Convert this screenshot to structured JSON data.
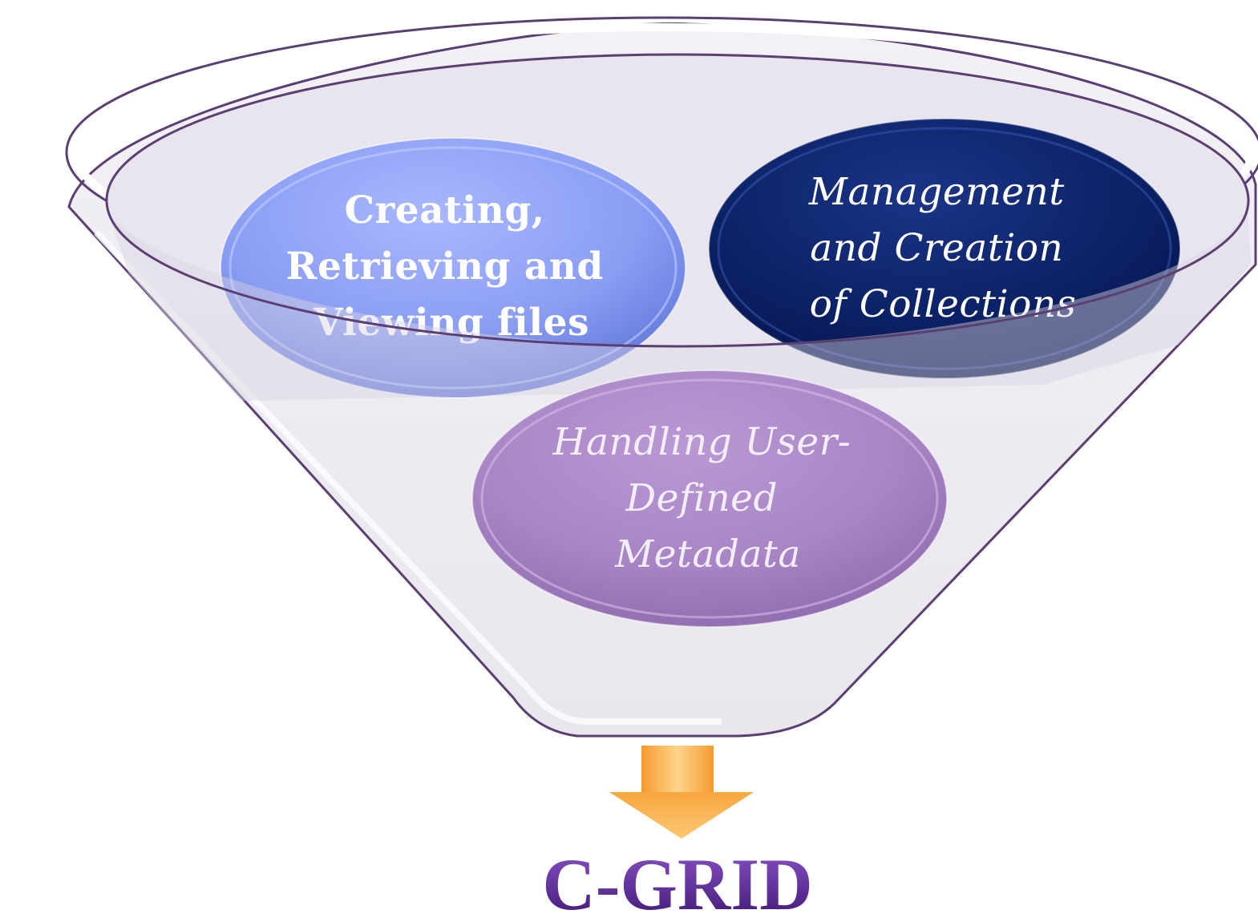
{
  "diagram": {
    "inputs": [
      {
        "id": "files",
        "lines": [
          "Creating,",
          "Retrieving and",
          "Viewing files"
        ]
      },
      {
        "id": "collections",
        "lines": [
          "Management",
          "and Creation",
          "of Collections"
        ]
      },
      {
        "id": "metadata",
        "lines": [
          "Handling User-",
          "Defined",
          "Metadata"
        ]
      }
    ],
    "result": "C-GRID"
  },
  "colors": {
    "files_bubble": "#8096ee",
    "collections_bubble": "#0a1f63",
    "metadata_bubble": "#a987c6",
    "funnel_outline": "#5a3f73",
    "arrow": "#f4a13a",
    "result_text": "#5a2a8a"
  }
}
